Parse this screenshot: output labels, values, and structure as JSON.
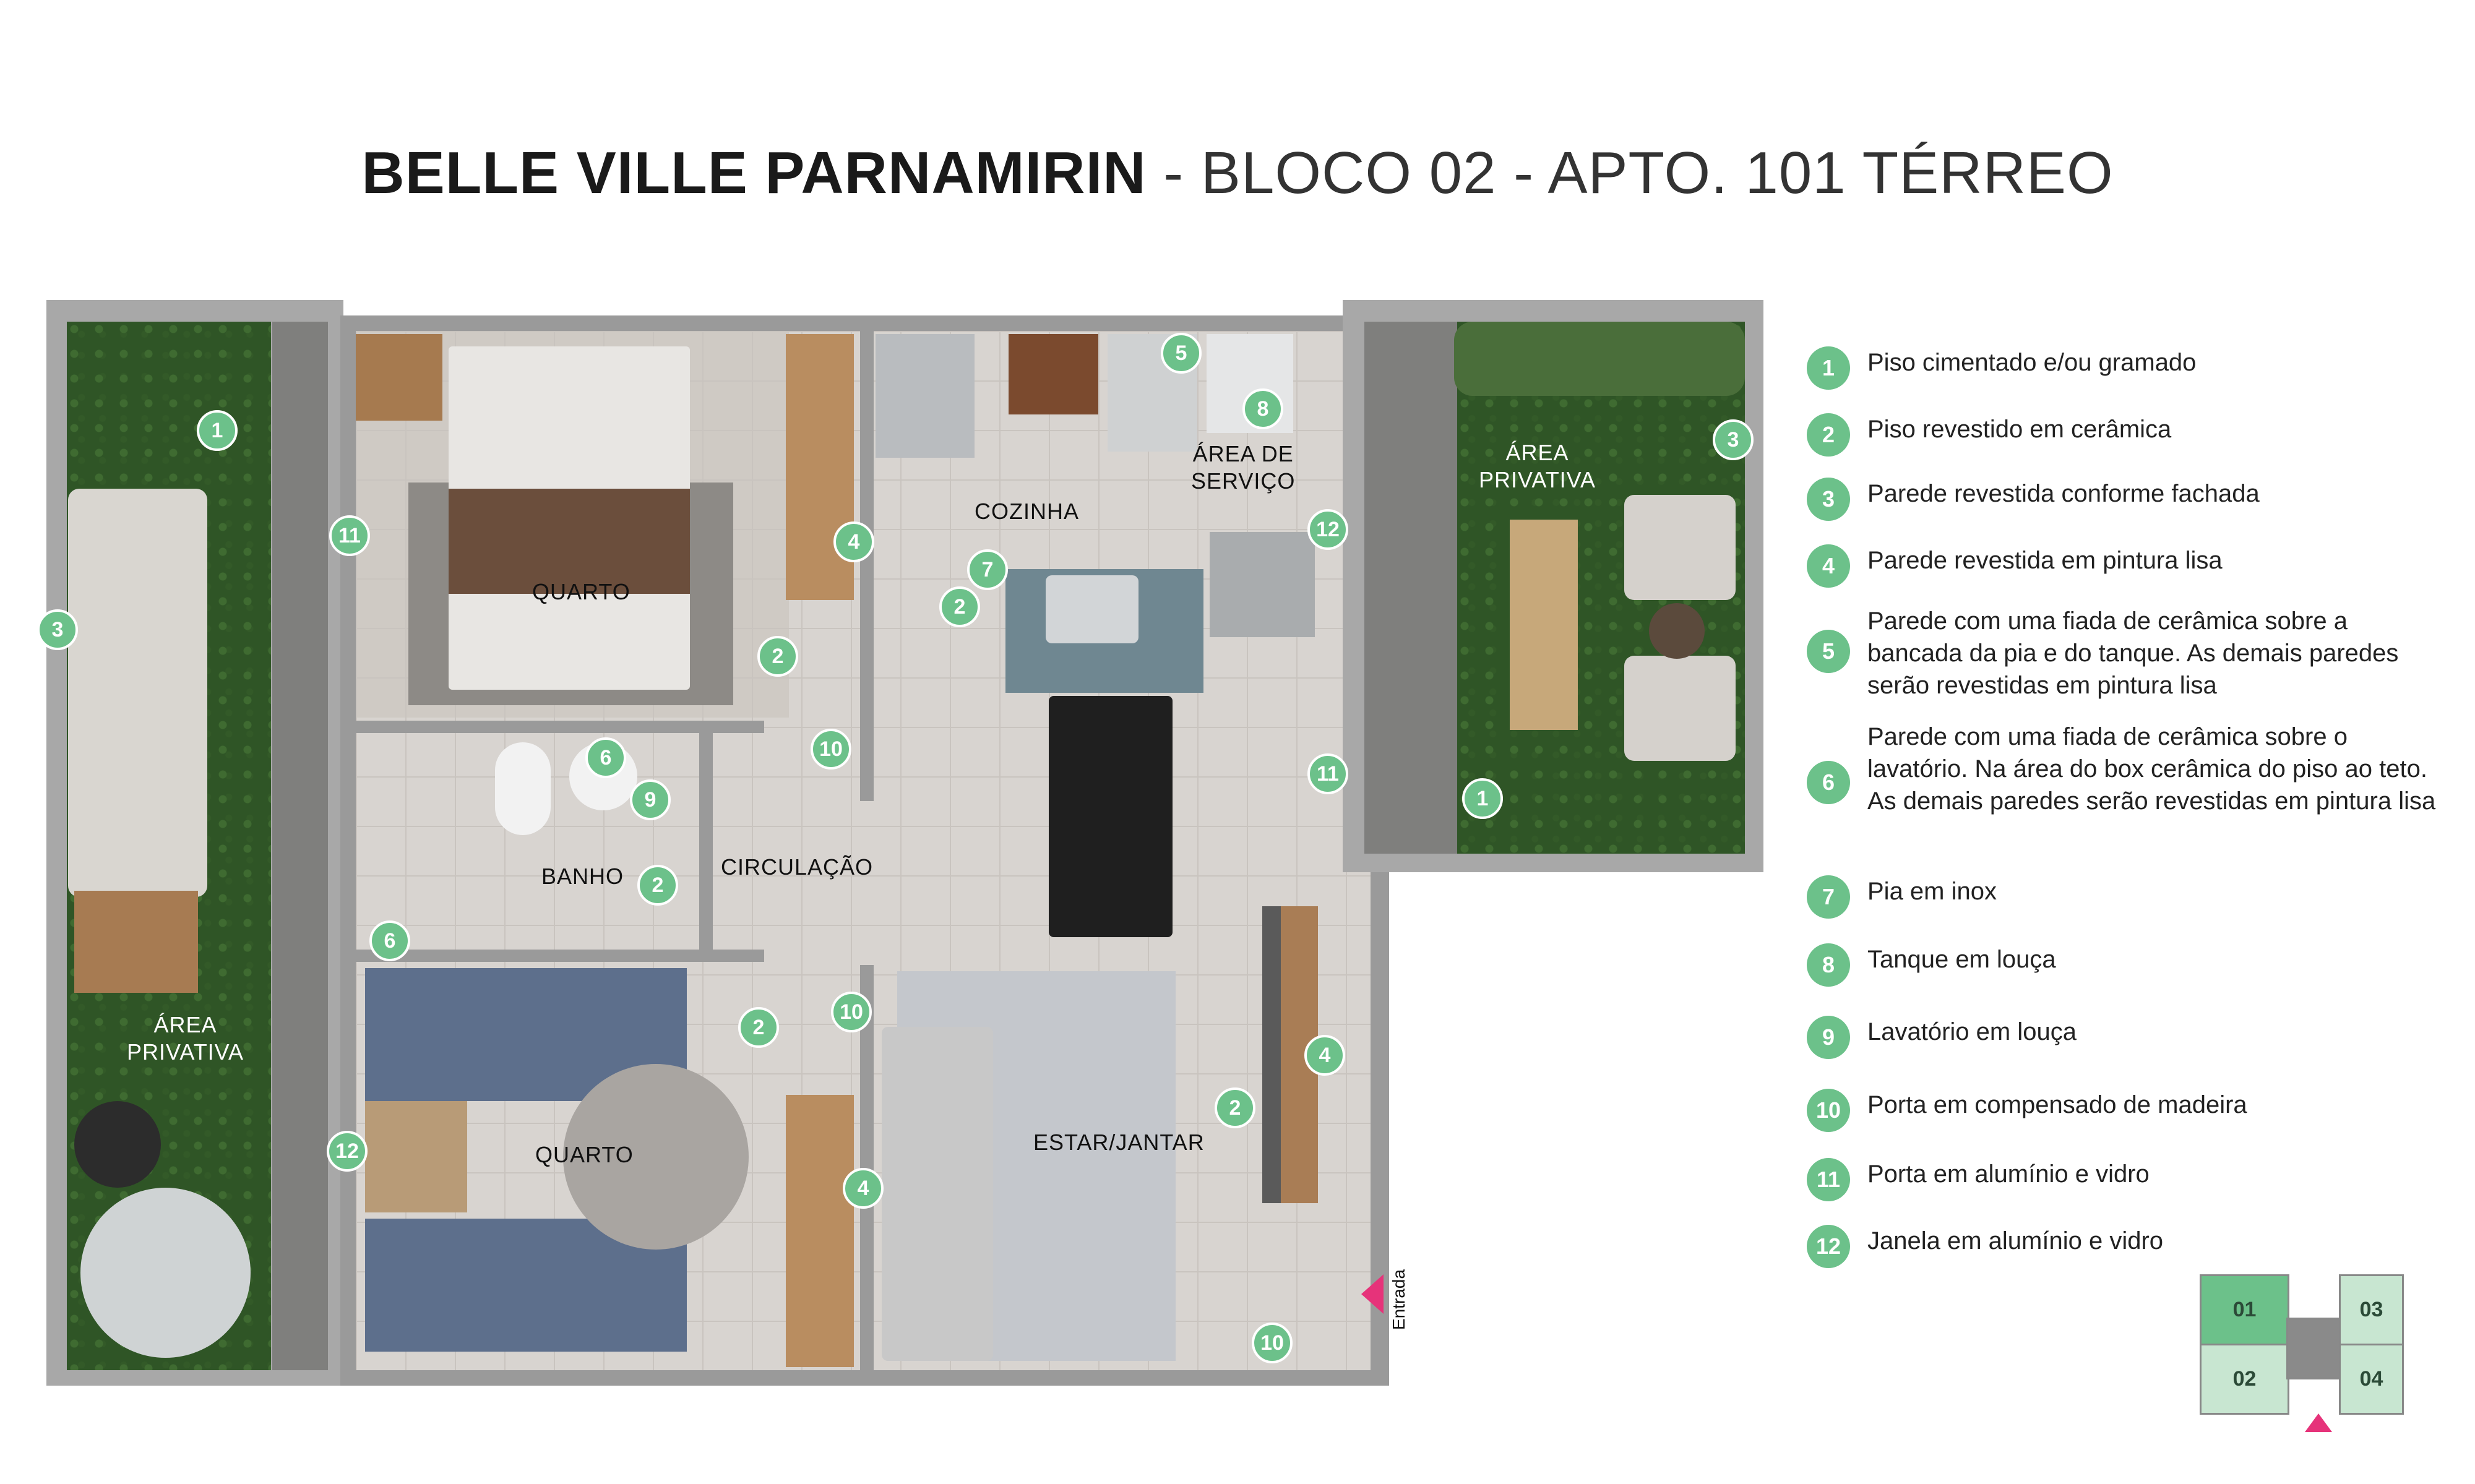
{
  "title": {
    "bold": "BELLE VILLE PARNAMIRIN",
    "sep": " - ",
    "light": "BLOCO 02 - APTO. 101 TÉRREO"
  },
  "colors": {
    "marker": "#6cc18a",
    "wall": "#9a9a9a",
    "grass": "#2f5526",
    "accent": "#e6337a"
  },
  "rooms": {
    "quarto_1": "QUARTO",
    "quarto_2": "QUARTO",
    "cozinha": "COZINHA",
    "area_servico": "ÁREA DE\nSERVIÇO",
    "banho": "BANHO",
    "circulacao": "CIRCULAÇÃO",
    "estar_jantar": "ESTAR/JANTAR",
    "area_privativa_left": "ÁREA\nPRIVATIVA",
    "area_privativa_right": "ÁREA\nPRIVATIVA"
  },
  "entrada": "Entrada",
  "markers": [
    "1",
    "3",
    "11",
    "4",
    "2",
    "10",
    "6",
    "9",
    "2",
    "6",
    "2",
    "10",
    "4",
    "12",
    "7",
    "5",
    "8",
    "12",
    "2",
    "11",
    "4",
    "2",
    "10",
    "3",
    "1"
  ],
  "legend": [
    {
      "num": "1",
      "text": "Piso cimentado e/ou gramado"
    },
    {
      "num": "2",
      "text": "Piso revestido em cerâmica"
    },
    {
      "num": "3",
      "text": "Parede revestida conforme fachada"
    },
    {
      "num": "4",
      "text": "Parede revestida em pintura lisa"
    },
    {
      "num": "5",
      "text": "Parede com uma fiada de cerâmica sobre a bancada da pia e  do tanque. As demais paredes serão revestidas em pintura lisa"
    },
    {
      "num": "6",
      "text": "Parede com uma fiada de cerâmica sobre o lavatório. Na área do box cerâmica do piso ao teto. As demais paredes serão revestidas em pintura lisa"
    },
    {
      "num": "7",
      "text": " Pia em inox"
    },
    {
      "num": "8",
      "text": "Tanque em louça"
    },
    {
      "num": "9",
      "text": "Lavatório em louça"
    },
    {
      "num": "10",
      "text": "Porta em compensado de madeira"
    },
    {
      "num": "11",
      "text": "Porta em alumínio e vidro"
    },
    {
      "num": "12",
      "text": "Janela em alumínio e vidro"
    }
  ],
  "keyplan": {
    "units": [
      "01",
      "02",
      "03",
      "04"
    ],
    "active": "01"
  }
}
